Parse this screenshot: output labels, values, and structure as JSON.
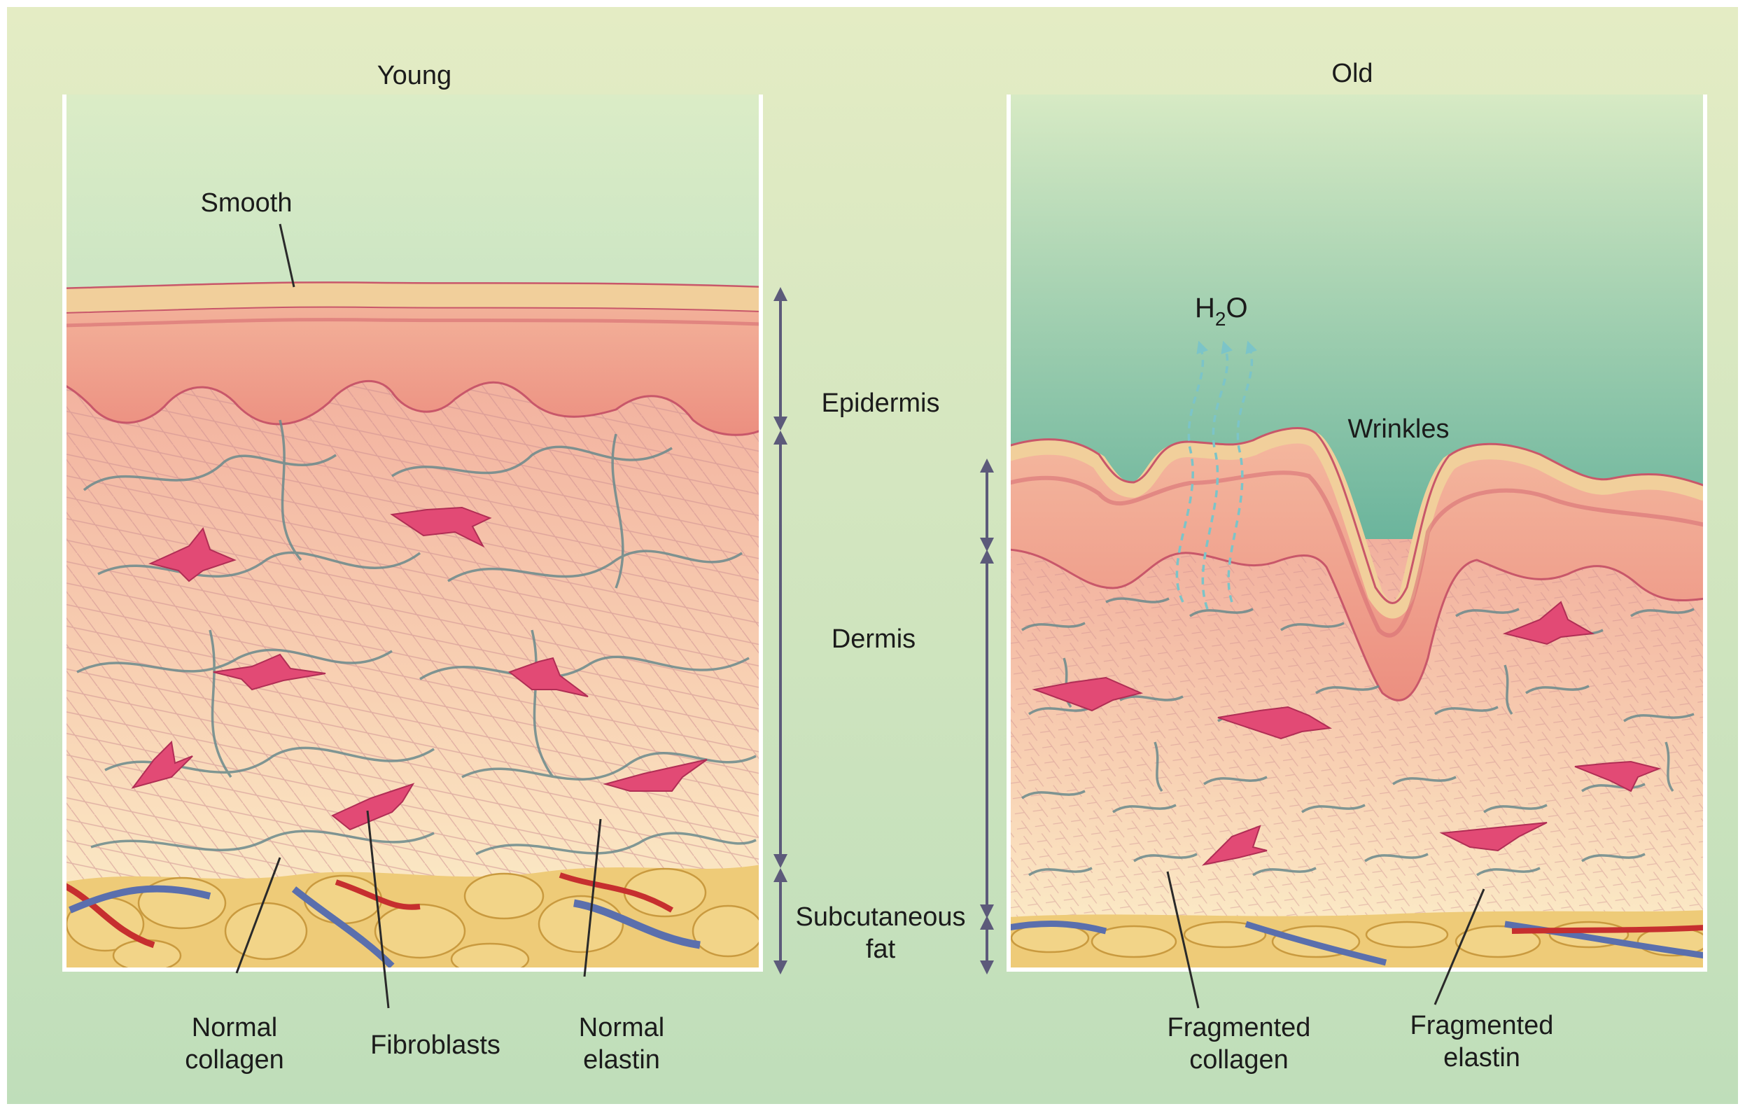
{
  "panels": {
    "young": {
      "title": "Young",
      "surface_label": "Smooth",
      "labels": {
        "collagen": [
          "Normal",
          "collagen"
        ],
        "fibroblasts": "Fibroblasts",
        "elastin": [
          "Normal",
          "elastin"
        ]
      }
    },
    "old": {
      "title": "Old",
      "water_label": {
        "h": "H",
        "sub": "2",
        "o": "O"
      },
      "wrinkles_label": "Wrinkles",
      "labels": {
        "collagen": [
          "Fragmented",
          "collagen"
        ],
        "elastin": [
          "Fragmented",
          "elastin"
        ]
      }
    }
  },
  "layers": {
    "epidermis": "Epidermis",
    "dermis": "Dermis",
    "fat": [
      "Subcutaneous",
      "fat"
    ]
  },
  "colors": {
    "background_top": "#e4ecc4",
    "background_bottom": "#bfdeba",
    "sky_top": "#d9ebc5",
    "sky_young": "#a5d4bd",
    "sky_old": "#2f9680",
    "epidermis_outer": "#f1cf9b",
    "epidermis": "#efa38e",
    "epidermis_line": "#c8576a",
    "dermis_top": "#f3b3a1",
    "dermis_bottom": "#fbeec6",
    "fiber": "#6a8a8c",
    "collagen_mesh": "#cc8c90",
    "fibroblast": "#e24a75",
    "fat": "#eecb78",
    "fat_line": "#c99a3f",
    "blood_red": "#c62f2f",
    "blood_blue": "#5a6fad",
    "arrow": "#5c5a7a",
    "water_arrow": "#7cc4c8"
  }
}
